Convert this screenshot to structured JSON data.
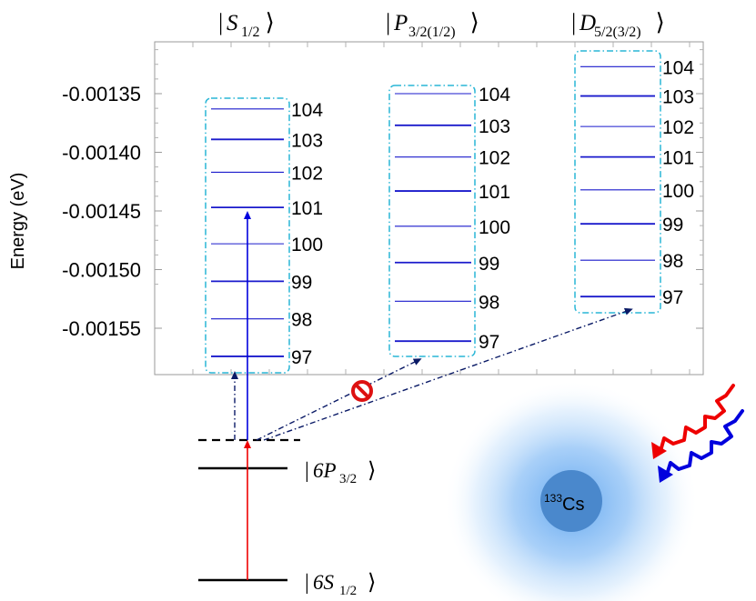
{
  "chart_data": {
    "type": "energy-level-diagram",
    "ylabel": "Energy (eV)",
    "yticks": [
      "-0.00135",
      "-0.00140",
      "-0.00145",
      "-0.00150",
      "-0.00155"
    ],
    "columns": [
      {
        "header_main": "S",
        "header_sub": "1/2",
        "levels": [
          {
            "n": "97",
            "E": -0.001574
          },
          {
            "n": "98",
            "E": -0.001542
          },
          {
            "n": "99",
            "E": -0.00151
          },
          {
            "n": "100",
            "E": -0.001478
          },
          {
            "n": "101",
            "E": -0.001447
          },
          {
            "n": "102",
            "E": -0.001417
          },
          {
            "n": "103",
            "E": -0.001389
          },
          {
            "n": "104",
            "E": -0.001363
          }
        ]
      },
      {
        "header_main": "P",
        "header_sub": "3/2(1/2)",
        "levels": [
          {
            "n": "97",
            "E": -0.001561
          },
          {
            "n": "98",
            "E": -0.001527
          },
          {
            "n": "99",
            "E": -0.001494
          },
          {
            "n": "100",
            "E": -0.001463
          },
          {
            "n": "101",
            "E": -0.001433
          },
          {
            "n": "102",
            "E": -0.001404
          },
          {
            "n": "103",
            "E": -0.001377
          },
          {
            "n": "104",
            "E": -0.00135
          }
        ]
      },
      {
        "header_main": "D",
        "header_sub": "5/2(3/2)",
        "levels": [
          {
            "n": "97",
            "E": -0.001523
          },
          {
            "n": "98",
            "E": -0.001492
          },
          {
            "n": "99",
            "E": -0.001461
          },
          {
            "n": "100",
            "E": -0.001432
          },
          {
            "n": "101",
            "E": -0.001404
          },
          {
            "n": "102",
            "E": -0.001378
          },
          {
            "n": "103",
            "E": -0.001352
          },
          {
            "n": "104",
            "E": -0.001327
          }
        ]
      }
    ]
  },
  "lower_levels": [
    {
      "main": "6P",
      "sub": "3/2"
    },
    {
      "main": "6S",
      "sub": "1/2"
    }
  ],
  "atom": {
    "mass_number": "133",
    "symbol": "Cs"
  },
  "colors": {
    "level_line": "#1a1acc",
    "dash_box": "#29b6d6",
    "probe": "#0000dd",
    "coupling": "#ee0000",
    "forbidden": "#dd1111",
    "dashdot": "#0a1a66"
  }
}
